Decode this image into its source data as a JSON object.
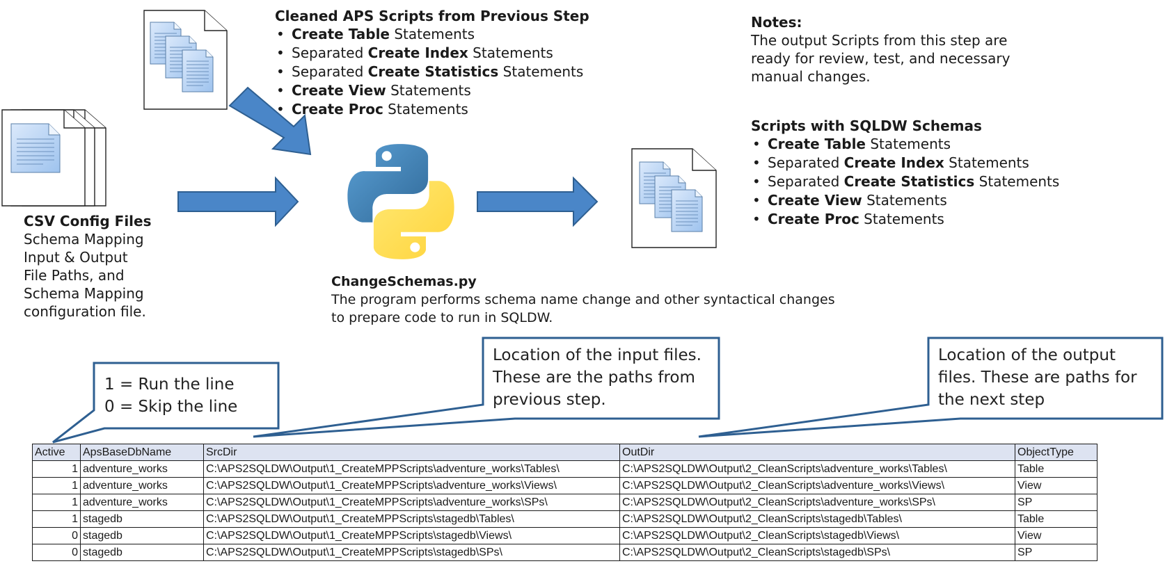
{
  "input_scripts": {
    "heading": "Cleaned APS Scripts from Previous Step",
    "items": [
      {
        "bold": "Create Table",
        "after": " Statements",
        "before": ""
      },
      {
        "before": "Separated ",
        "bold": "Create Index",
        "after": " Statements"
      },
      {
        "before": "Separated ",
        "bold": "Create Statistics",
        "after": " Statements"
      },
      {
        "before": "",
        "bold": "Create View",
        "after": " Statements"
      },
      {
        "before": "",
        "bold": "Create Proc",
        "after": " Statements"
      }
    ]
  },
  "csv_config": {
    "heading": "CSV Config Files",
    "lines": [
      "Schema Mapping",
      "Input & Output",
      "File Paths, and",
      "Schema Mapping",
      "configuration file."
    ]
  },
  "program": {
    "name": "ChangeSchemas.py",
    "description_line1": "The program performs schema name change and other syntactical changes",
    "description_line2": "to prepare code to run in SQLDW."
  },
  "notes": {
    "heading": "Notes:",
    "lines": [
      "The output Scripts from this step are",
      "ready for review, test, and necessary",
      "manual changes."
    ]
  },
  "output_scripts": {
    "heading": "Scripts with SQLDW Schemas",
    "items": [
      {
        "before": "",
        "bold": "Create Table",
        "after": " Statements"
      },
      {
        "before": "Separated ",
        "bold": "Create Index",
        "after": " Statements"
      },
      {
        "before": "Separated ",
        "bold": "Create Statistics",
        "after": " Statements"
      },
      {
        "before": "",
        "bold": "Create View",
        "after": " Statements"
      },
      {
        "before": "",
        "bold": "Create Proc",
        "after": " Statements"
      }
    ]
  },
  "callouts": {
    "active": {
      "line1": "1 = Run the line",
      "line2": "0 = Skip the line"
    },
    "input": {
      "line1": "Location of the input files.",
      "line2": "These are the paths from",
      "line3": "previous step."
    },
    "output": {
      "line1": "Location of the output",
      "line2": "files.  These are paths for",
      "line3": "the next step"
    }
  },
  "config_table": {
    "headers": [
      "Active",
      "ApsBaseDbName",
      "SrcDir",
      "OutDir",
      "ObjectType"
    ],
    "rows": [
      [
        "1",
        "adventure_works",
        "C:\\APS2SQLDW\\Output\\1_CreateMPPScripts\\adventure_works\\Tables\\",
        "C:\\APS2SQLDW\\Output\\2_CleanScripts\\adventure_works\\Tables\\",
        "Table"
      ],
      [
        "1",
        "adventure_works",
        "C:\\APS2SQLDW\\Output\\1_CreateMPPScripts\\adventure_works\\Views\\",
        "C:\\APS2SQLDW\\Output\\2_CleanScripts\\adventure_works\\Views\\",
        "View"
      ],
      [
        "1",
        "adventure_works",
        "C:\\APS2SQLDW\\Output\\1_CreateMPPScripts\\adventure_works\\SPs\\",
        "C:\\APS2SQLDW\\Output\\2_CleanScripts\\adventure_works\\SPs\\",
        "SP"
      ],
      [
        "1",
        "stagedb",
        "C:\\APS2SQLDW\\Output\\1_CreateMPPScripts\\stagedb\\Tables\\",
        "C:\\APS2SQLDW\\Output\\2_CleanScripts\\stagedb\\Tables\\",
        "Table"
      ],
      [
        "0",
        "stagedb",
        "C:\\APS2SQLDW\\Output\\1_CreateMPPScripts\\stagedb\\Views\\",
        "C:\\APS2SQLDW\\Output\\2_CleanScripts\\stagedb\\Views\\",
        "View"
      ],
      [
        "0",
        "stagedb",
        "C:\\APS2SQLDW\\Output\\1_CreateMPPScripts\\stagedb\\SPs\\",
        "C:\\APS2SQLDW\\Output\\2_CleanScripts\\stagedb\\SPs\\",
        "SP"
      ]
    ]
  },
  "icons": {
    "documents": "stacked-documents-icon",
    "python": "python-logo-icon",
    "arrow": "flow-arrow-icon"
  },
  "colors": {
    "arrow_fill": "#4a86c8",
    "arrow_stroke": "#2e5f91",
    "callout_border": "#2e5f91",
    "table_header": "#dde3f1",
    "python_blue": "#3a75b0",
    "python_yellow": "#f9d23c"
  }
}
